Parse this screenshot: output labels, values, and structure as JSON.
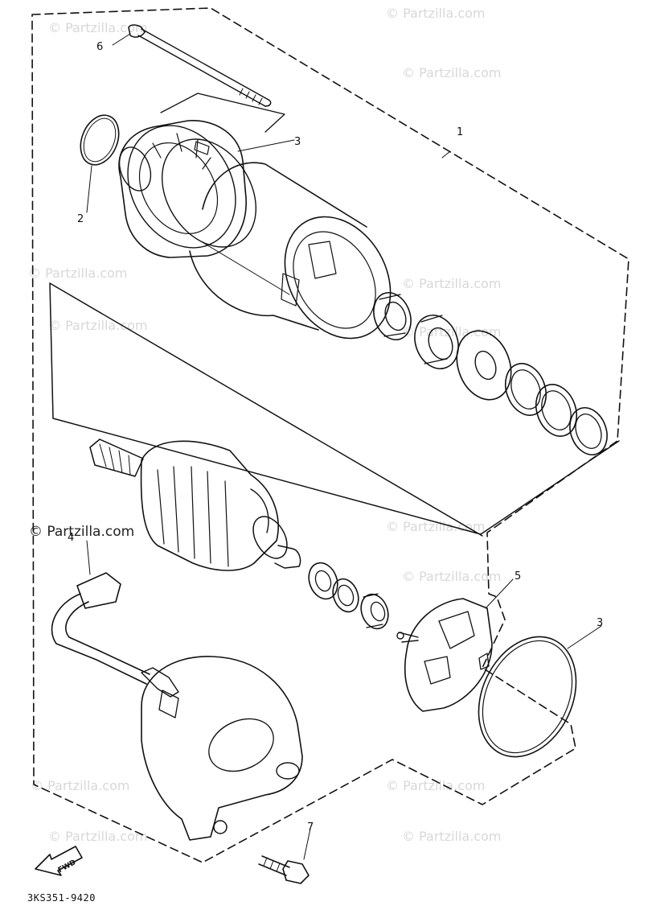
{
  "watermark": "© Partzilla.com",
  "diagram_code": "3KS351-9420",
  "forward_label": "FWD",
  "callouts": {
    "c1": "1",
    "c2": "2",
    "c3a": "3",
    "c3b": "3",
    "c4": "4",
    "c5": "5",
    "c6": "6",
    "c7": "7"
  }
}
